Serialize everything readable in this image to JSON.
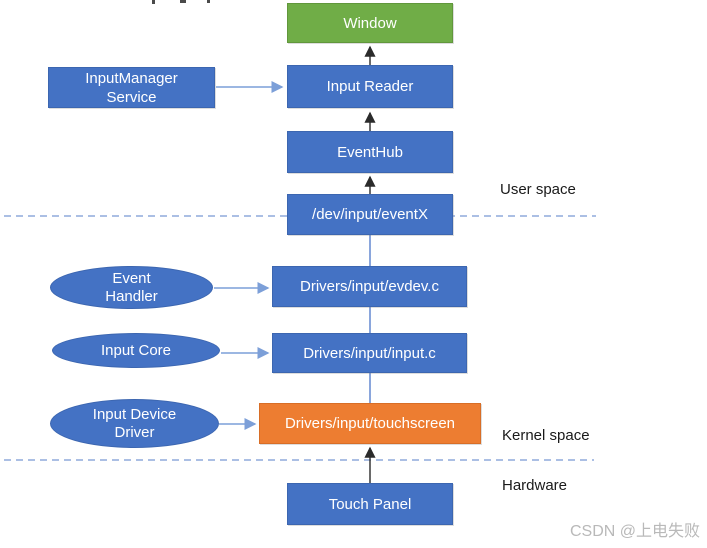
{
  "diagram": {
    "boxes": {
      "window": {
        "label": "Window"
      },
      "input_manager": {
        "label": "InputManager Service"
      },
      "input_reader": {
        "label": "Input Reader"
      },
      "event_hub": {
        "label": "EventHub"
      },
      "dev_input_eventx": {
        "label": "/dev/input/eventX"
      },
      "evdev": {
        "label": "Drivers/input/evdev.c"
      },
      "input_c": {
        "label": "Drivers/input/input.c"
      },
      "touchscreen": {
        "label": "Drivers/input/touchscreen"
      },
      "touch_panel": {
        "label": "Touch Panel"
      }
    },
    "ellipses": {
      "event_handler": {
        "label": "Event Handler"
      },
      "input_core": {
        "label": "Input Core"
      },
      "input_device_driver": {
        "label": "Input Device Driver"
      }
    },
    "zone_labels": {
      "user_space": "User space",
      "kernel_space": "Kernel space",
      "hardware": "Hardware"
    },
    "watermark": "CSDN @上电失败",
    "colors": {
      "box_blue": "#4472C4",
      "box_green": "#70AD47",
      "box_orange": "#ED7D31",
      "connector_blue": "#6C8FD3",
      "arrow_light_blue": "#7C9FD8",
      "arrow_black": "#2b2b2b",
      "dashed_boundary": "#8FAADC",
      "watermark_gray": "#b9b9b9"
    }
  }
}
